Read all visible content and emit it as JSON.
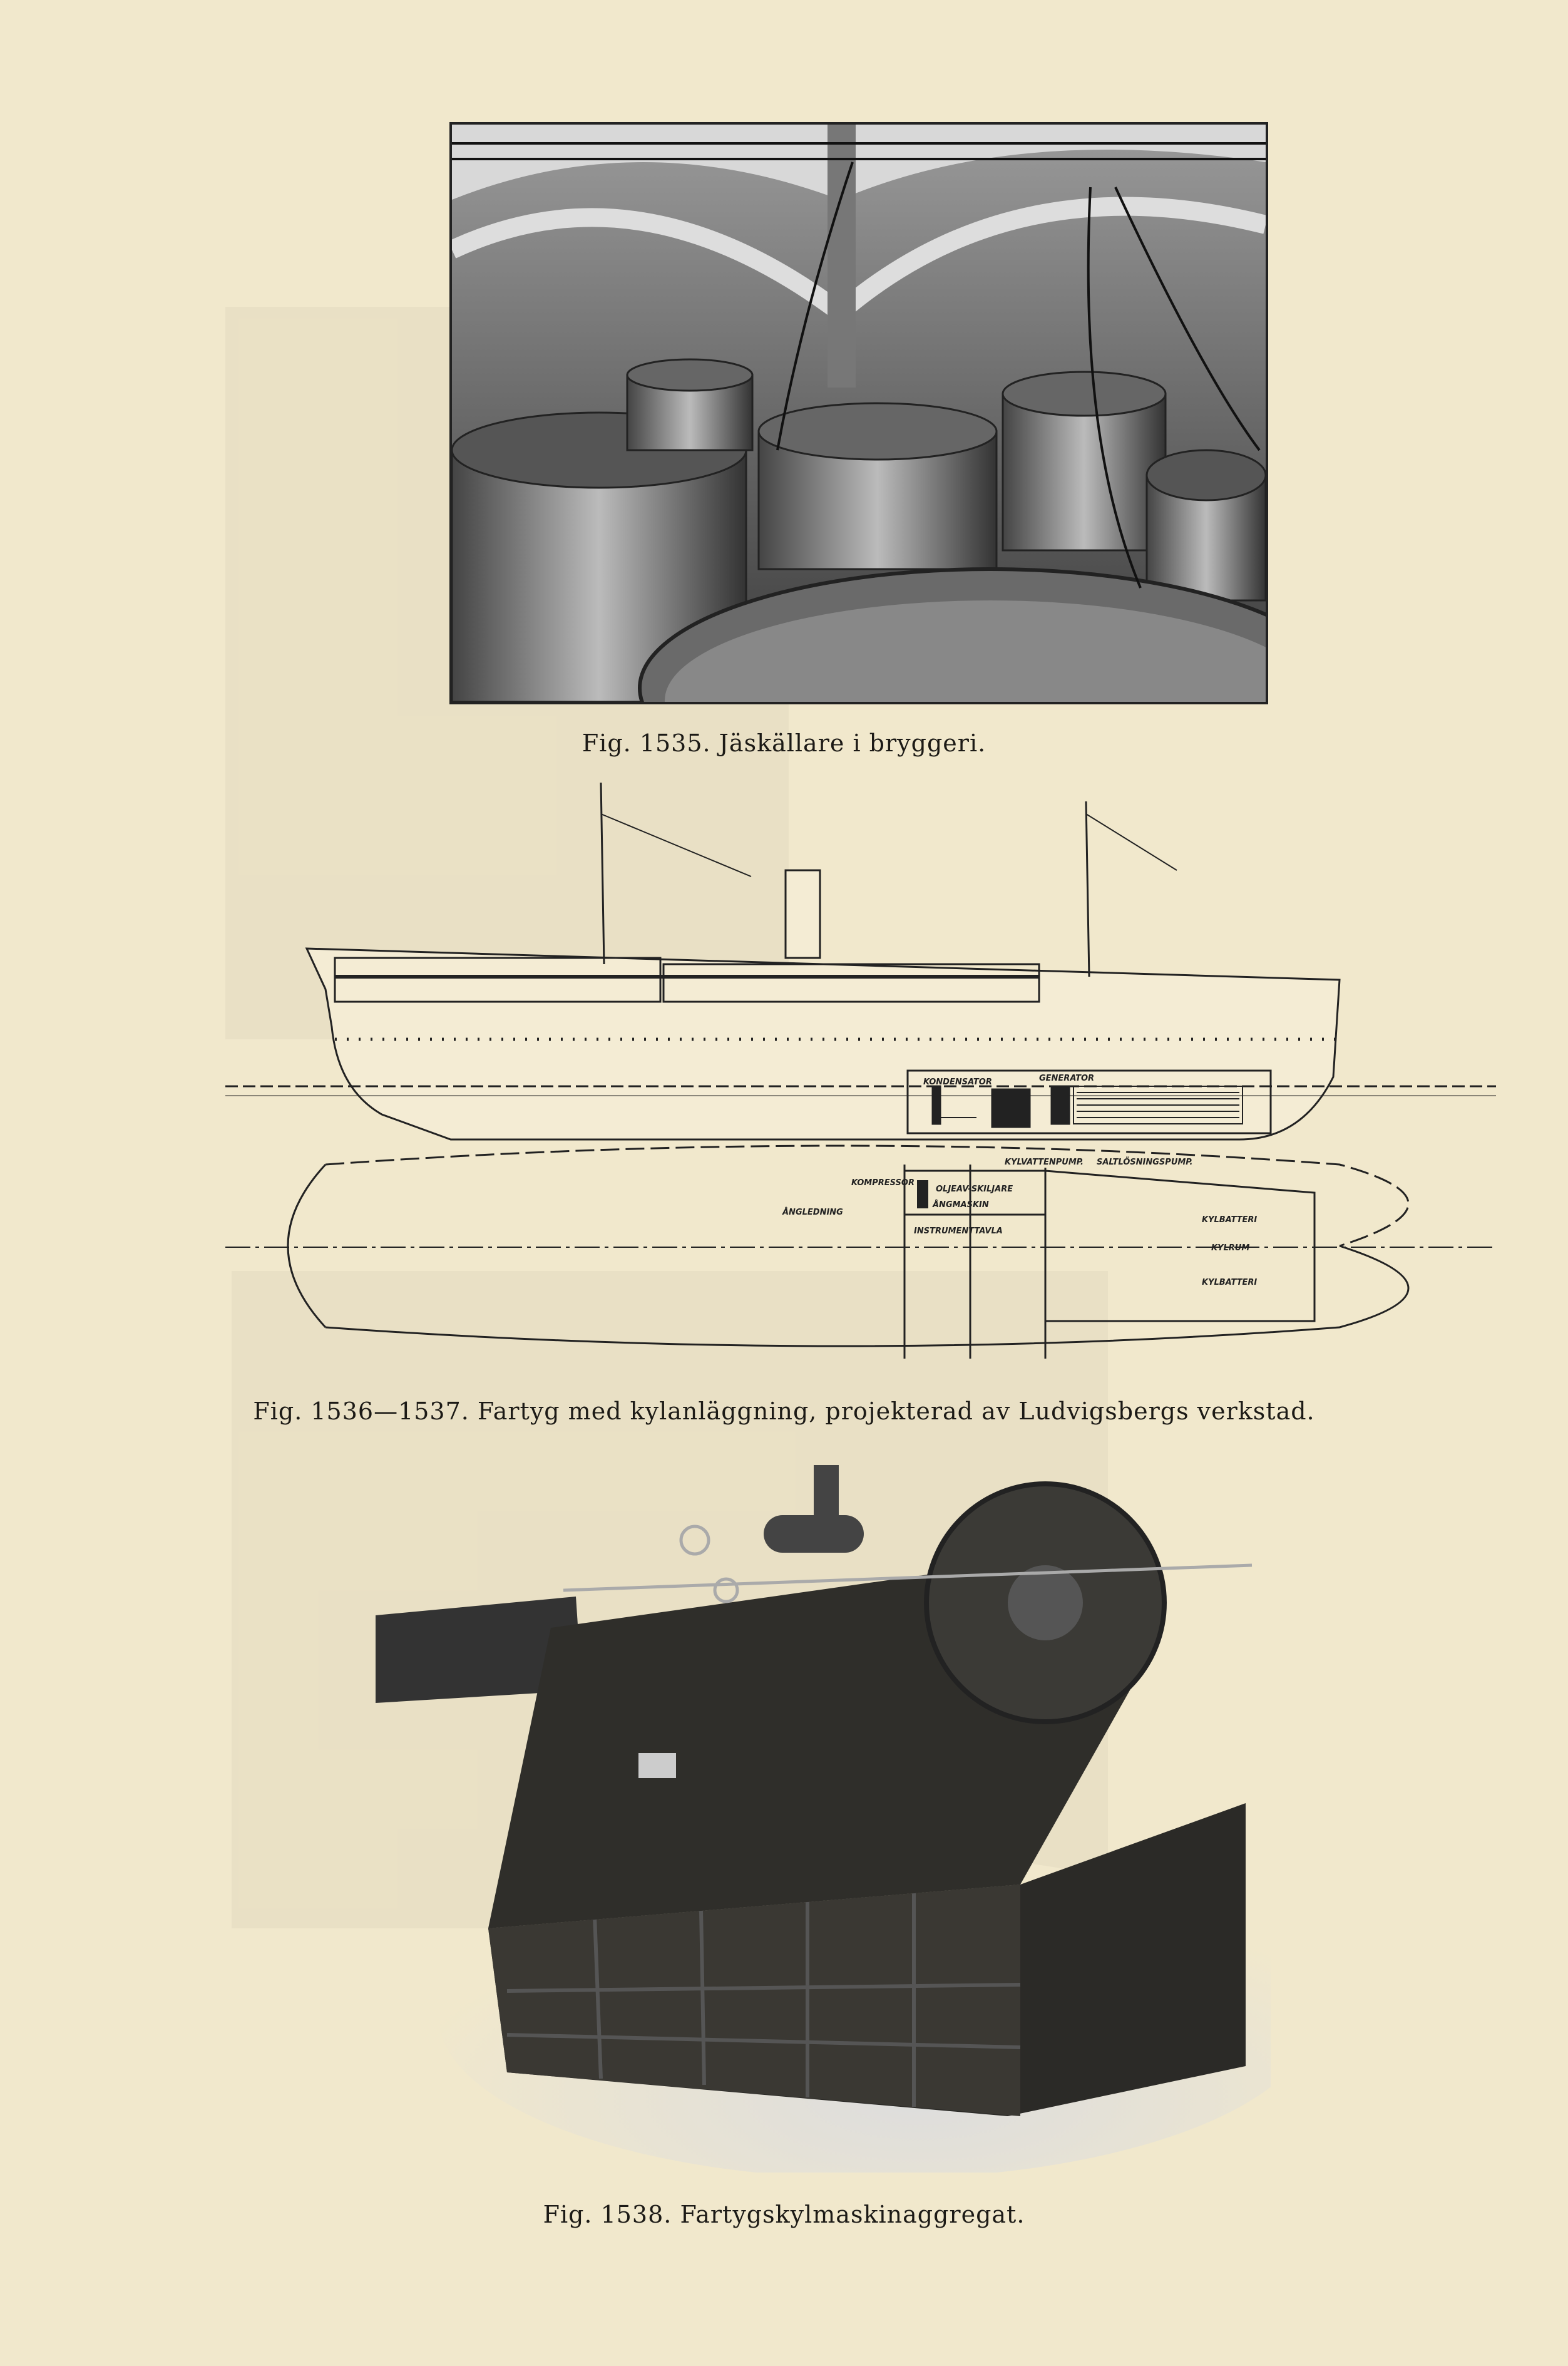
{
  "figures": [
    {
      "caption": "Fig. 1535.  Jäskällare i bryggeri."
    },
    {
      "caption": "Fig. 1536—1537.  Fartyg med kylanläggning, projekterad av Ludvigsbergs verkstad.",
      "labels": {
        "kondensator": "KONDENSATOR",
        "generator": "GENERATOR",
        "kylvattenpump": "KYLVATTENPUMP.",
        "saltlosningspump": "SALTLÖSNINGSPUMP.",
        "kompressor": "KOMPRESSOR",
        "oljeavskiljare": "OLJEAV-SKILJARE",
        "angmaskin": "ÅNGMASKIN",
        "angledning": "ÅNGLEDNING",
        "instrumenttavla": "INSTRUMENTTAVLA",
        "kylbatteri_1": "KYLBATTERI",
        "kylrum": "KYLRUM",
        "kylbatteri_2": "KYLBATTERI"
      }
    },
    {
      "caption": "Fig. 1538.  Fartygskylmaskinaggregat."
    }
  ]
}
